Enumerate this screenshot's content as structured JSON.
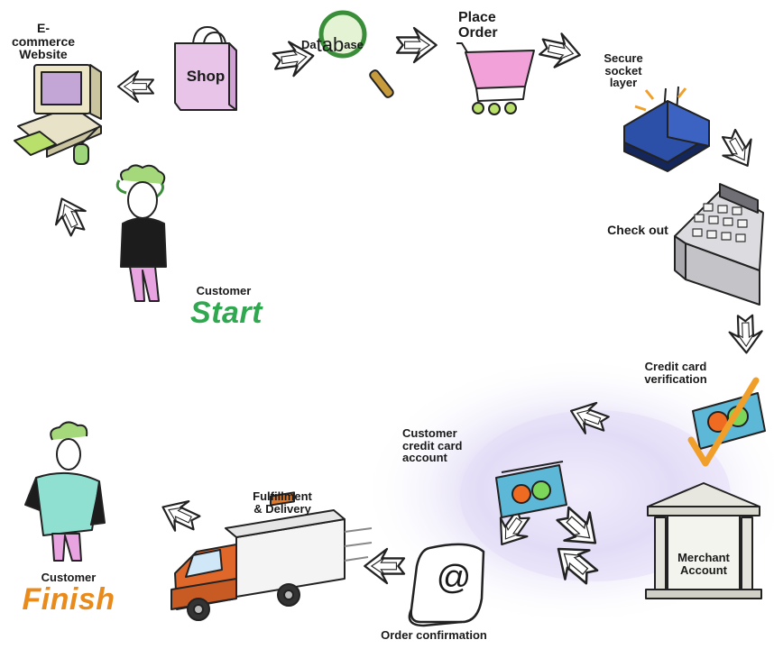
{
  "labels": {
    "ecommerce_website": "E-commerce\nWebsite",
    "shop": "Shop",
    "database_left": "Da",
    "database_tab": "tab",
    "database_right": "ase",
    "place_order": "Place\n    Order",
    "secure_socket_layer": "Secure\nsocket\nlayer",
    "check_out": "Check out",
    "credit_card_verification": "Credit card\nverification",
    "customer_credit_card_account": "Customer\ncredit card\naccount",
    "merchant_account": "Merchant\nAccount",
    "order_confirmation": "Order confirmation",
    "at_symbol": "@",
    "fulfillment_delivery": "Fulfillment\n& Delivery",
    "customer_start_caption": "Customer",
    "start": "Start",
    "customer_finish_caption": "Customer",
    "finish": "Finish"
  },
  "colors": {
    "start": "#2fa84f",
    "finish": "#e98a1c",
    "purple_glow": "#cfc7ef",
    "shop_bag": "#e7c4e8",
    "lock_blue": "#2c4fa8",
    "arrow_stroke": "#222222"
  }
}
